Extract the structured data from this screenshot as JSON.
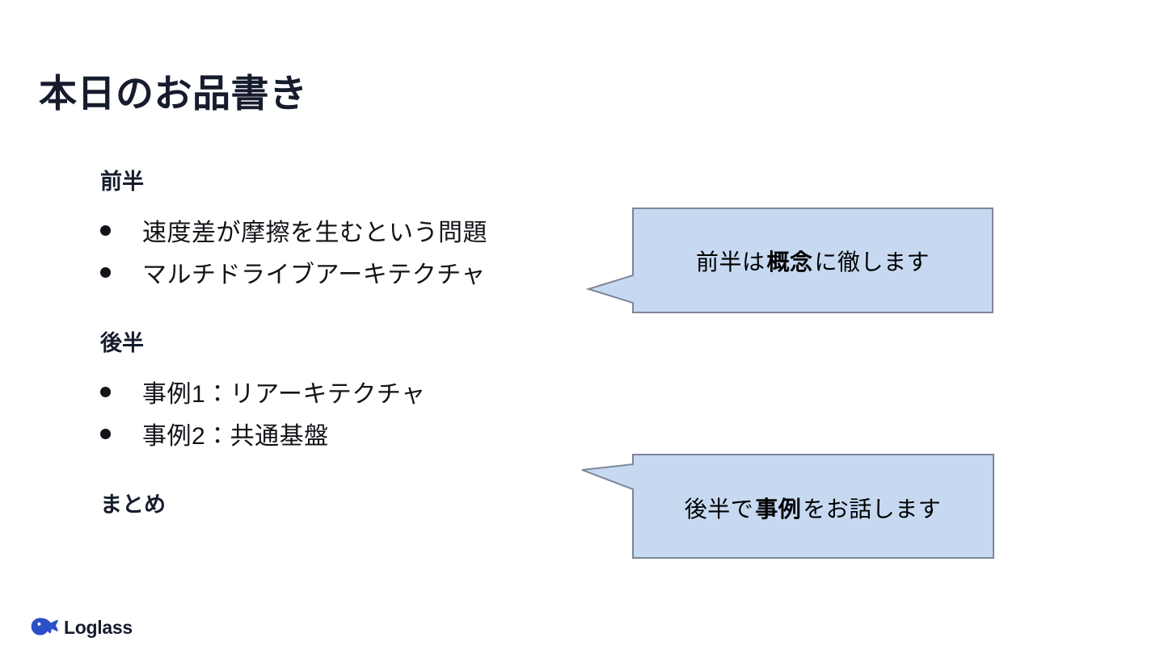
{
  "slide": {
    "title": "本日のお品書き",
    "background_color": "#ffffff",
    "title_color": "#161c2d"
  },
  "agenda": {
    "sections": [
      {
        "heading": "前半",
        "items": [
          "速度差が摩擦を生むという問題",
          "マルチドライブアーキテクチャ"
        ]
      },
      {
        "heading": "後半",
        "items": [
          "事例1：リアーキテクチャ",
          "事例2：共通基盤"
        ]
      },
      {
        "heading": "まとめ",
        "items": []
      }
    ]
  },
  "callouts": [
    {
      "name": "callout-first-half",
      "text_before": "前半は",
      "text_bold": "概念",
      "text_after": "に徹します",
      "fill_color": "#c6d9f1",
      "border_color": "#7f8699",
      "tail_direction": "left-bottom"
    },
    {
      "name": "callout-second-half",
      "text_before": "後半で",
      "text_bold": "事例",
      "text_after": "をお話します",
      "fill_color": "#c6d9f1",
      "border_color": "#7f8699",
      "tail_direction": "left-top"
    }
  ],
  "logo": {
    "wordmark": "Loglass",
    "mark_icon": "whale-icon",
    "mark_color": "#2b50c8",
    "word_color": "#161c2d"
  }
}
